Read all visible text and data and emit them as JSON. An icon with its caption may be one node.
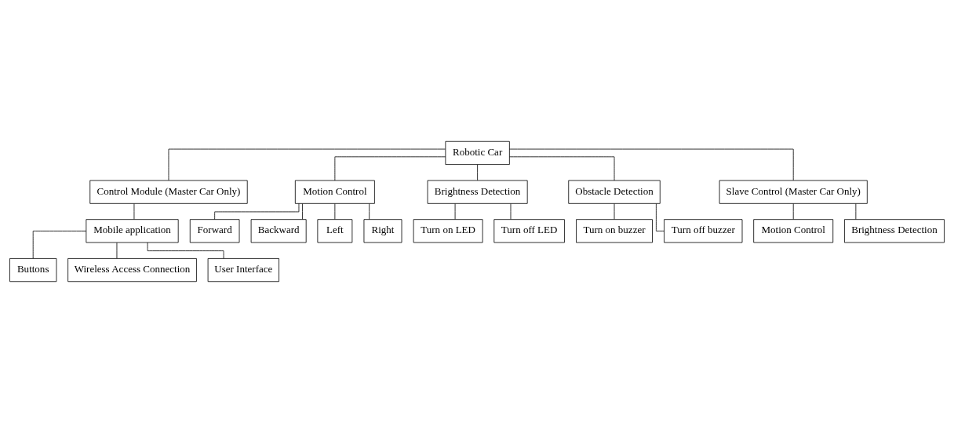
{
  "diagram": {
    "nodes": [
      {
        "text": [
          "Robotic Car"
        ]
      },
      {
        "text": [
          "Control Module (Master Car Only)"
        ]
      },
      {
        "text": [
          "Motion Control"
        ]
      },
      {
        "text": [
          "Brightness Detection"
        ]
      },
      {
        "text": [
          "Obstacle Detection"
        ]
      },
      {
        "text": [
          "Slave Control (Master Car Only)"
        ]
      },
      {
        "text": [
          "Mobile application"
        ]
      },
      {
        "text": [
          "Buttons"
        ]
      },
      {
        "text": [
          "Wireless Access Connection"
        ]
      },
      {
        "text": [
          "User Interface"
        ]
      },
      {
        "text": [
          "Forward"
        ]
      },
      {
        "text": [
          "Backward"
        ]
      },
      {
        "text": [
          "Left"
        ]
      },
      {
        "text": [
          "Right"
        ]
      },
      {
        "text": [
          "Turn on LED"
        ]
      },
      {
        "text": [
          "Turn off LED"
        ]
      },
      {
        "text": [
          "Turn on buzzer"
        ]
      },
      {
        "text": [
          "Turn off buzzer"
        ]
      },
      {
        "text": [
          "Motion Control"
        ]
      },
      {
        "text": [
          "Brightness Detection"
        ]
      }
    ],
    "edges": [
      {
        "from": 0,
        "to": 1,
        "arrow": "none"
      },
      {
        "from": 0,
        "to": 2,
        "arrow": "none"
      },
      {
        "from": 0,
        "to": 3,
        "arrow": "none"
      },
      {
        "from": 0,
        "to": 4,
        "arrow": "none"
      },
      {
        "from": 0,
        "to": 5,
        "arrow": "none"
      },
      {
        "from": 1,
        "to": 6,
        "arrow": "none"
      },
      {
        "from": 6,
        "to": 7,
        "arrow": "none"
      },
      {
        "from": 6,
        "to": 8,
        "arrow": "none"
      },
      {
        "from": 6,
        "to": 9,
        "arrow": "none"
      },
      {
        "from": 2,
        "to": 10,
        "arrow": "none"
      },
      {
        "from": 2,
        "to": 11,
        "arrow": "none"
      },
      {
        "from": 2,
        "to": 12,
        "arrow": "none"
      },
      {
        "from": 2,
        "to": 13,
        "arrow": "none"
      },
      {
        "from": 3,
        "to": 14,
        "arrow": "none"
      },
      {
        "from": 3,
        "to": 15,
        "arrow": "none"
      },
      {
        "from": 4,
        "to": 16,
        "arrow": "none"
      },
      {
        "from": 4,
        "to": 17,
        "arrow": "none"
      },
      {
        "from": 5,
        "to": 18,
        "arrow": "none"
      },
      {
        "from": 5,
        "to": 19,
        "arrow": "none"
      }
    ]
  }
}
